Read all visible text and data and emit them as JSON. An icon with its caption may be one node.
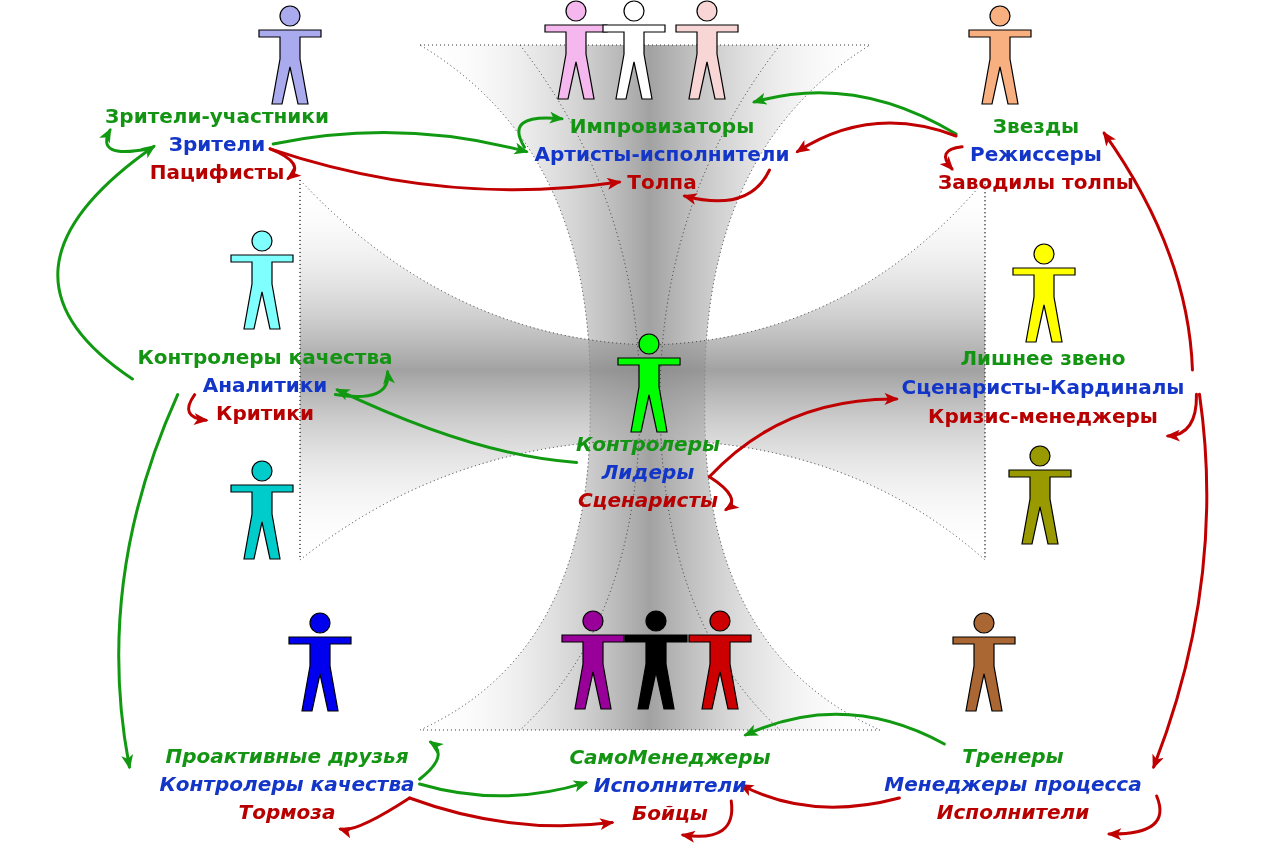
{
  "diagram": {
    "nodes": [
      {
        "text": [
          "Зрители-участники"
        ]
      },
      {
        "text": [
          "Зрители"
        ]
      },
      {
        "text": [
          "Пацифисты"
        ]
      },
      {
        "text": [
          "Импровизаторы"
        ]
      },
      {
        "text": [
          "Артисты-исполнители"
        ]
      },
      {
        "text": [
          "Толпа"
        ]
      },
      {
        "text": [
          "Звезды"
        ]
      },
      {
        "text": [
          "Режиссеры"
        ]
      },
      {
        "text": [
          "Заводилы толпы"
        ]
      },
      {
        "text": [
          "Контролеры качества"
        ]
      },
      {
        "text": [
          "Аналитики"
        ]
      },
      {
        "text": [
          "Критики"
        ]
      },
      {
        "text": [
          "Контролеры"
        ]
      },
      {
        "text": [
          "Лидеры"
        ]
      },
      {
        "text": [
          "Сценаристы"
        ]
      },
      {
        "text": [
          "Лишнее звено"
        ]
      },
      {
        "text": [
          "Сценаристы-Кардиналы"
        ]
      },
      {
        "text": [
          "Кризис-менеджеры"
        ]
      },
      {
        "text": [
          "Проактивные друзья"
        ]
      },
      {
        "text": [
          "Контролеры качества"
        ]
      },
      {
        "text": [
          "Тормоза"
        ]
      },
      {
        "text": [
          "СамоМенеджеры"
        ]
      },
      {
        "text": [
          "Исполнители"
        ]
      },
      {
        "text": [
          "Бойцы"
        ]
      },
      {
        "text": [
          "Тренеры"
        ]
      },
      {
        "text": [
          "Менеджеры процесса"
        ]
      },
      {
        "text": [
          "Исполнители"
        ]
      }
    ],
    "edges": [
      {
        "from": 9,
        "to": 1,
        "arrow": "to",
        "color": "#119911"
      },
      {
        "from": 1,
        "to": 0,
        "arrow": "to",
        "color": "#119911"
      },
      {
        "from": 1,
        "to": 4,
        "arrow": "to",
        "color": "#119911"
      },
      {
        "from": 1,
        "to": 2,
        "arrow": "to"
      },
      {
        "from": 1,
        "to": 5,
        "arrow": "to"
      },
      {
        "from": 4,
        "to": 3,
        "arrow": "to",
        "color": "#119911"
      },
      {
        "from": 7,
        "to": 3,
        "arrow": "to",
        "color": "#119911"
      },
      {
        "from": 7,
        "to": 4,
        "arrow": "to"
      },
      {
        "from": 7,
        "to": 8,
        "arrow": "to"
      },
      {
        "from": 4,
        "to": 5,
        "arrow": "to"
      },
      {
        "from": 16,
        "to": 6,
        "arrow": "to"
      },
      {
        "from": 16,
        "to": 17,
        "arrow": "to"
      },
      {
        "from": 16,
        "to": 25,
        "arrow": "to"
      },
      {
        "from": 10,
        "to": 9,
        "arrow": "to",
        "color": "#119911"
      },
      {
        "from": 10,
        "to": 11,
        "arrow": "to"
      },
      {
        "from": 10,
        "to": 19,
        "arrow": "to",
        "color": "#119911"
      },
      {
        "from": 13,
        "to": 10,
        "arrow": "to",
        "color": "#119911"
      },
      {
        "from": 13,
        "to": 16,
        "arrow": "to"
      },
      {
        "from": 13,
        "to": 14,
        "arrow": "to"
      },
      {
        "from": 19,
        "to": 18,
        "arrow": "to",
        "color": "#119911"
      },
      {
        "from": 19,
        "to": 22,
        "arrow": "to",
        "color": "#119911"
      },
      {
        "from": 19,
        "to": 20,
        "arrow": "to"
      },
      {
        "from": 19,
        "to": 23,
        "arrow": "to"
      },
      {
        "from": 24,
        "to": 21,
        "arrow": "to",
        "color": "#119911"
      },
      {
        "from": 25,
        "to": 22,
        "arrow": "to"
      },
      {
        "from": 22,
        "to": 23,
        "arrow": "to"
      },
      {
        "from": 25,
        "to": 26,
        "arrow": "to"
      }
    ]
  }
}
